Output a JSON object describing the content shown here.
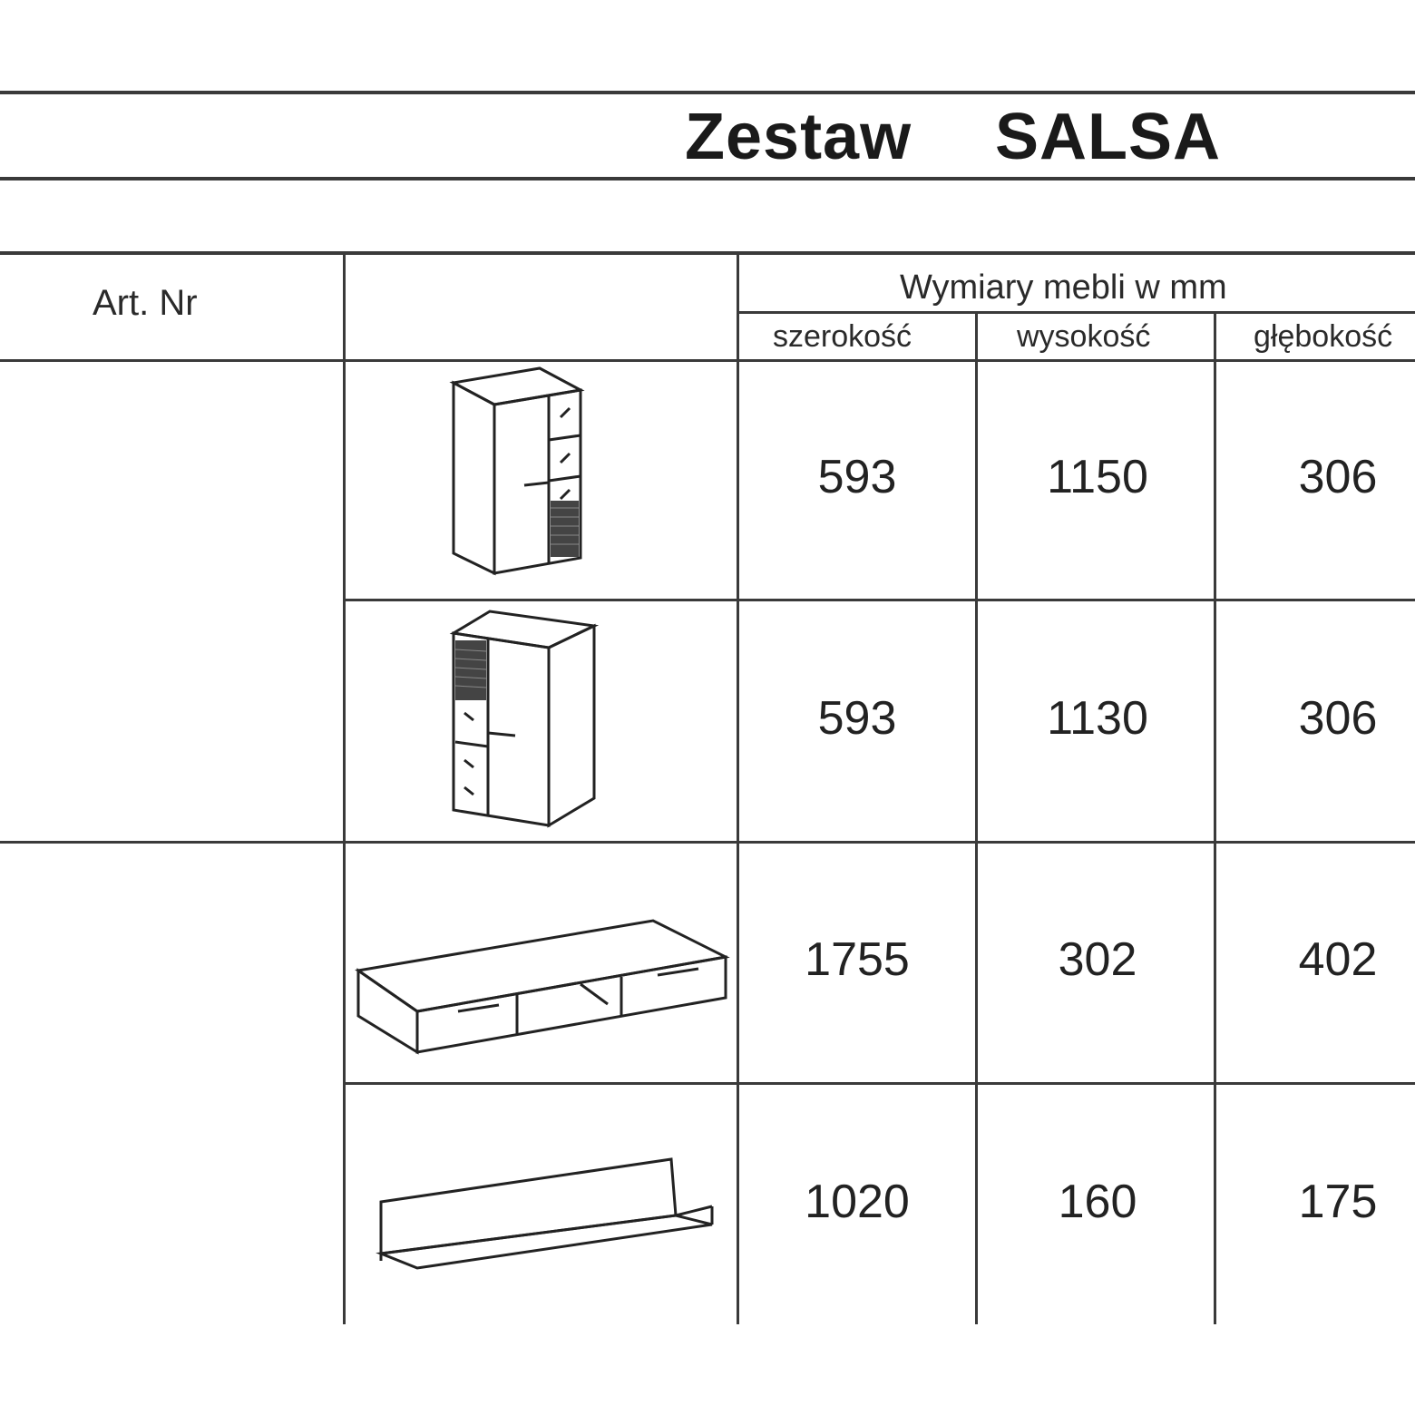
{
  "header": {
    "title_word": "Zestaw",
    "title_name": "SALSA"
  },
  "table": {
    "col_art": "Art. Nr",
    "dims_heading": "Wymiary mebli w mm",
    "sub_headers": [
      "szerokość",
      "wysokość",
      "głębokość"
    ],
    "rows": [
      {
        "item_icon": "tall-cabinet-right-glass-icon",
        "width": "593",
        "height": "1150",
        "depth": "306"
      },
      {
        "item_icon": "tall-cabinet-left-glass-icon",
        "width": "593",
        "height": "1130",
        "depth": "306"
      },
      {
        "item_icon": "tv-lowboard-icon",
        "width": "1755",
        "height": "302",
        "depth": "402"
      },
      {
        "item_icon": "wall-shelf-icon",
        "width": "1020",
        "height": "160",
        "depth": "175"
      }
    ]
  }
}
